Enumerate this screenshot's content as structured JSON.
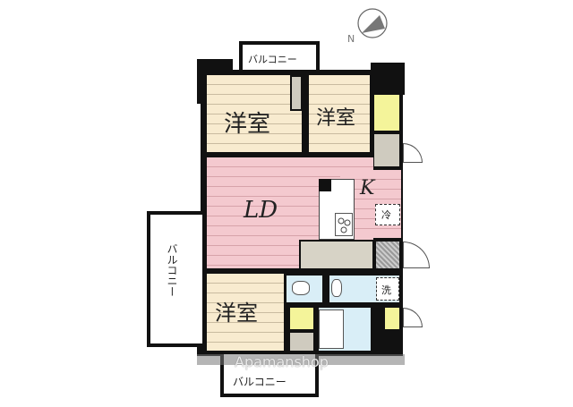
{
  "compass": {
    "label": "N",
    "icon": "compass-icon"
  },
  "rooms": {
    "western_room_1": "洋室",
    "western_room_2": "洋室",
    "western_room_3": "洋室",
    "living_dining": "LD",
    "kitchen": "K",
    "fridge": "冷",
    "washer": "洗"
  },
  "balconies": {
    "top": "バルコニー",
    "left": "バルコニー",
    "bottom": "バルコニー"
  },
  "watermark": "Apamanshop",
  "colors": {
    "western_room": "#f8ebcf",
    "living_dining": "#f4c9cf",
    "wet_area": "#d9eef7",
    "storage": "#f4f49a",
    "wall": "#111111"
  }
}
